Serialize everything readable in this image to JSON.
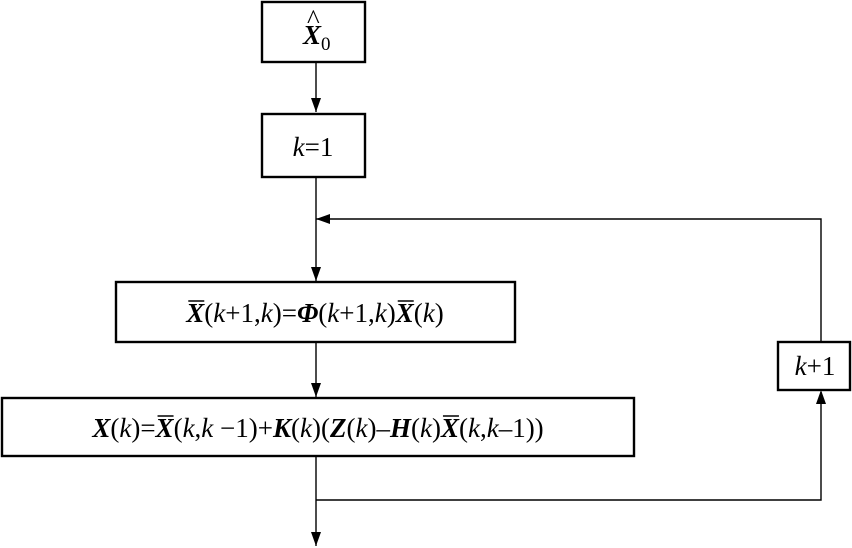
{
  "nodes": {
    "init": {
      "symbol": "X",
      "sub": "0"
    },
    "k_init": {
      "var": "k",
      "rest": "=1"
    },
    "predict": {
      "parts": [
        {
          "t": "X",
          "s": "bi",
          "bar": true
        },
        {
          "t": "(",
          "s": ""
        },
        {
          "t": "k",
          "s": "it"
        },
        {
          "t": "+1,",
          "s": ""
        },
        {
          "t": "k",
          "s": "it"
        },
        {
          "t": ")=",
          "s": ""
        },
        {
          "t": "Φ",
          "s": "bi"
        },
        {
          "t": "(",
          "s": ""
        },
        {
          "t": "k",
          "s": "it"
        },
        {
          "t": "+1,",
          "s": ""
        },
        {
          "t": "k",
          "s": "it"
        },
        {
          "t": ")",
          "s": ""
        },
        {
          "t": "X",
          "s": "bi",
          "bar": true
        },
        {
          "t": "(",
          "s": ""
        },
        {
          "t": "k",
          "s": "it"
        },
        {
          "t": ")",
          "s": ""
        }
      ]
    },
    "update": {
      "parts": [
        {
          "t": "X",
          "s": "bi"
        },
        {
          "t": "(",
          "s": ""
        },
        {
          "t": "k",
          "s": "it"
        },
        {
          "t": ")=",
          "s": ""
        },
        {
          "t": "X",
          "s": "bi",
          "bar": true
        },
        {
          "t": "(",
          "s": ""
        },
        {
          "t": "k",
          "s": "it"
        },
        {
          "t": ",",
          "s": ""
        },
        {
          "t": "k",
          "s": "it"
        },
        {
          "t": " −1)+",
          "s": ""
        },
        {
          "t": "K",
          "s": "bi"
        },
        {
          "t": "(",
          "s": ""
        },
        {
          "t": "k",
          "s": "it"
        },
        {
          "t": ")(",
          "s": ""
        },
        {
          "t": "Z",
          "s": "bi"
        },
        {
          "t": "(",
          "s": ""
        },
        {
          "t": "k",
          "s": "it"
        },
        {
          "t": ")–",
          "s": ""
        },
        {
          "t": "H",
          "s": "bi"
        },
        {
          "t": "(",
          "s": ""
        },
        {
          "t": "k",
          "s": "it"
        },
        {
          "t": ")",
          "s": ""
        },
        {
          "t": "X",
          "s": "bi",
          "bar": true
        },
        {
          "t": "(",
          "s": ""
        },
        {
          "t": "k",
          "s": "it"
        },
        {
          "t": ",",
          "s": ""
        },
        {
          "t": "k",
          "s": "it"
        },
        {
          "t": "–1))",
          "s": ""
        }
      ]
    },
    "k_increment": {
      "var": "k",
      "rest": "+1"
    }
  }
}
